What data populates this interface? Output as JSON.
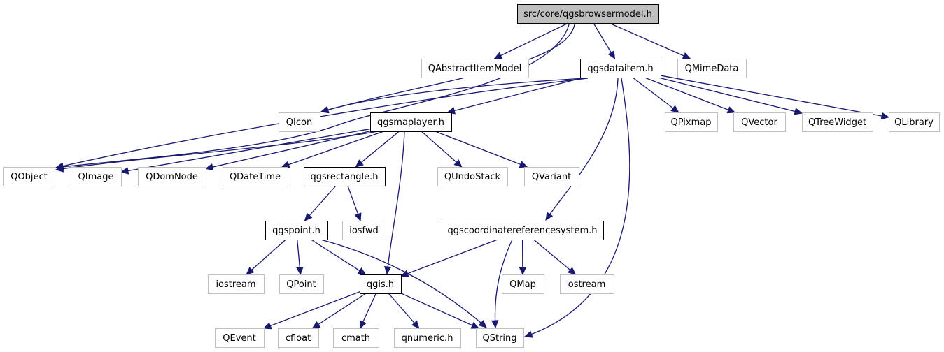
{
  "colors": {
    "root_fill": "#bfbfbf",
    "root_border": "#000000",
    "doc_border": "#000000",
    "external_border": "#bfbfbf",
    "edge": "#191970",
    "background": "#ffffff"
  },
  "nodes": [
    {
      "id": "root",
      "label": "src/core/qgsbrowsermodel.h",
      "kind": "root"
    },
    {
      "id": "qabstractitemmodel",
      "label": "QAbstractItemModel",
      "kind": "external"
    },
    {
      "id": "qgsdataitem",
      "label": "qgsdataitem.h",
      "kind": "documented"
    },
    {
      "id": "qmimedata",
      "label": "QMimeData",
      "kind": "external"
    },
    {
      "id": "qicon",
      "label": "QIcon",
      "kind": "external"
    },
    {
      "id": "qgsmaplayer",
      "label": "qgsmaplayer.h",
      "kind": "documented"
    },
    {
      "id": "qpixmap",
      "label": "QPixmap",
      "kind": "external"
    },
    {
      "id": "qvector",
      "label": "QVector",
      "kind": "external"
    },
    {
      "id": "qtreewidget",
      "label": "QTreeWidget",
      "kind": "external"
    },
    {
      "id": "qlibrary",
      "label": "QLibrary",
      "kind": "external"
    },
    {
      "id": "qobject",
      "label": "QObject",
      "kind": "external"
    },
    {
      "id": "qimage",
      "label": "QImage",
      "kind": "external"
    },
    {
      "id": "qdomnode",
      "label": "QDomNode",
      "kind": "external"
    },
    {
      "id": "qdatetime",
      "label": "QDateTime",
      "kind": "external"
    },
    {
      "id": "qgsrectangle",
      "label": "qgsrectangle.h",
      "kind": "documented"
    },
    {
      "id": "qundostack",
      "label": "QUndoStack",
      "kind": "external"
    },
    {
      "id": "qvariant",
      "label": "QVariant",
      "kind": "external"
    },
    {
      "id": "qgspoint",
      "label": "qgspoint.h",
      "kind": "documented"
    },
    {
      "id": "iosfwd",
      "label": "iosfwd",
      "kind": "external"
    },
    {
      "id": "qgscrs",
      "label": "qgscoordinatereferencesystem.h",
      "kind": "documented"
    },
    {
      "id": "iostream",
      "label": "iostream",
      "kind": "external"
    },
    {
      "id": "qpoint",
      "label": "QPoint",
      "kind": "external"
    },
    {
      "id": "qgis",
      "label": "qgis.h",
      "kind": "documented"
    },
    {
      "id": "qmap",
      "label": "QMap",
      "kind": "external"
    },
    {
      "id": "ostream",
      "label": "ostream",
      "kind": "external"
    },
    {
      "id": "qevent",
      "label": "QEvent",
      "kind": "external"
    },
    {
      "id": "cfloat",
      "label": "cfloat",
      "kind": "external"
    },
    {
      "id": "cmath",
      "label": "cmath",
      "kind": "external"
    },
    {
      "id": "qnumeric",
      "label": "qnumeric.h",
      "kind": "external"
    },
    {
      "id": "qstring",
      "label": "QString",
      "kind": "external"
    }
  ],
  "edges": [
    {
      "from": "root",
      "to": "qabstractitemmodel"
    },
    {
      "from": "root",
      "to": "qgsdataitem"
    },
    {
      "from": "root",
      "to": "qmimedata"
    },
    {
      "from": "root",
      "to": "qicon"
    },
    {
      "from": "root",
      "to": "qobject"
    },
    {
      "from": "qgsdataitem",
      "to": "qicon"
    },
    {
      "from": "qgsdataitem",
      "to": "qgsmaplayer"
    },
    {
      "from": "qgsdataitem",
      "to": "qpixmap"
    },
    {
      "from": "qgsdataitem",
      "to": "qvector"
    },
    {
      "from": "qgsdataitem",
      "to": "qtreewidget"
    },
    {
      "from": "qgsdataitem",
      "to": "qlibrary"
    },
    {
      "from": "qgsdataitem",
      "to": "qobject"
    },
    {
      "from": "qgsdataitem",
      "to": "qgscrs"
    },
    {
      "from": "qgsdataitem",
      "to": "qstring"
    },
    {
      "from": "qgsmaplayer",
      "to": "qobject"
    },
    {
      "from": "qgsmaplayer",
      "to": "qimage"
    },
    {
      "from": "qgsmaplayer",
      "to": "qdomnode"
    },
    {
      "from": "qgsmaplayer",
      "to": "qdatetime"
    },
    {
      "from": "qgsmaplayer",
      "to": "qgsrectangle"
    },
    {
      "from": "qgsmaplayer",
      "to": "qundostack"
    },
    {
      "from": "qgsmaplayer",
      "to": "qvariant"
    },
    {
      "from": "qgsmaplayer",
      "to": "qgis"
    },
    {
      "from": "qgsrectangle",
      "to": "qgspoint"
    },
    {
      "from": "qgsrectangle",
      "to": "iosfwd"
    },
    {
      "from": "qgspoint",
      "to": "iostream"
    },
    {
      "from": "qgspoint",
      "to": "qpoint"
    },
    {
      "from": "qgspoint",
      "to": "qgis"
    },
    {
      "from": "qgspoint",
      "to": "qstring"
    },
    {
      "from": "qgscrs",
      "to": "qgis"
    },
    {
      "from": "qgscrs",
      "to": "qmap"
    },
    {
      "from": "qgscrs",
      "to": "ostream"
    },
    {
      "from": "qgscrs",
      "to": "qstring"
    },
    {
      "from": "qgis",
      "to": "qevent"
    },
    {
      "from": "qgis",
      "to": "cfloat"
    },
    {
      "from": "qgis",
      "to": "cmath"
    },
    {
      "from": "qgis",
      "to": "qnumeric"
    },
    {
      "from": "qgis",
      "to": "qstring"
    }
  ]
}
